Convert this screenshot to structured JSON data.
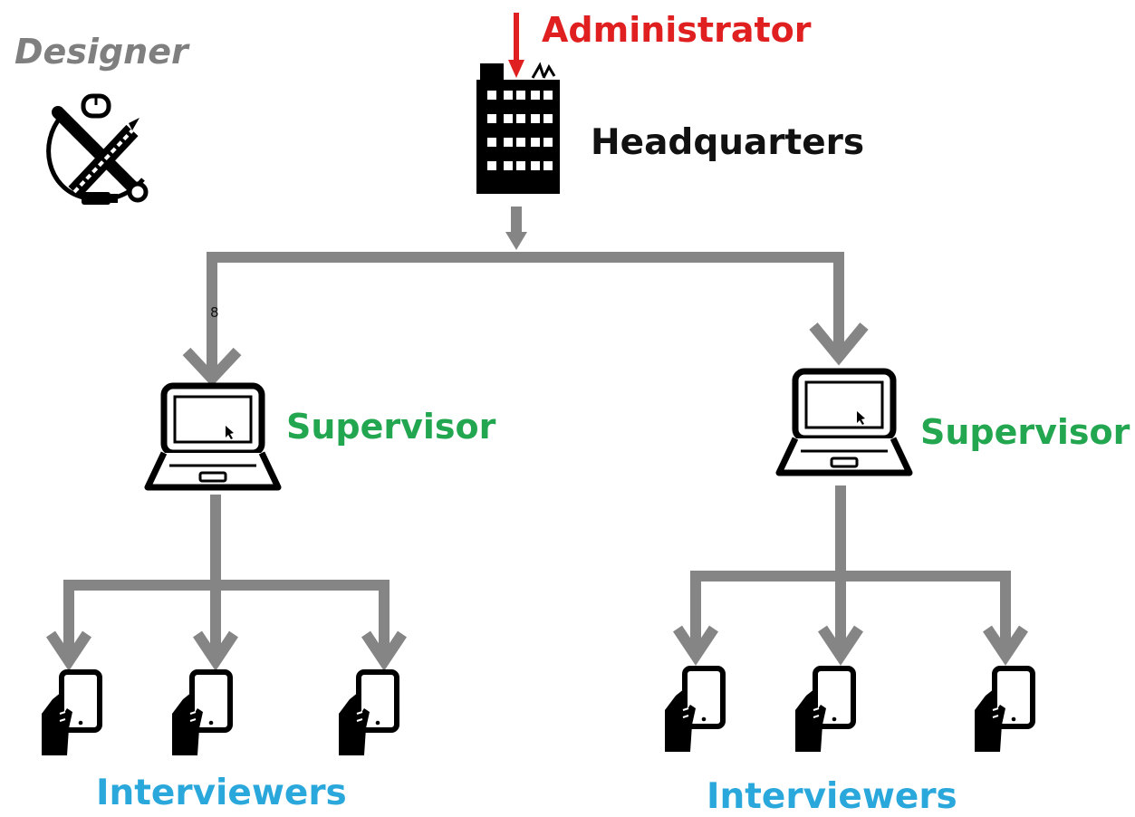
{
  "labels": {
    "designer": "Designer",
    "administrator": "Administrator",
    "headquarters": "Headquarters",
    "supervisor_left": "Supervisor",
    "supervisor_right": "Supervisor",
    "interviewers_left": "Interviewers",
    "interviewers_right": "Interviewers",
    "marker": "8"
  },
  "colors": {
    "designer": "#7f7f7f",
    "administrator": "#e02020",
    "headquarters": "#111111",
    "supervisor": "#22a650",
    "interviewers": "#2aa8dc",
    "connector": "#858585",
    "icon": "#000000"
  },
  "icons": {
    "designer": "design-tools-icon",
    "headquarters": "office-building-icon",
    "supervisor": "laptop-icon",
    "interviewer": "hand-held-tablet-icon"
  }
}
